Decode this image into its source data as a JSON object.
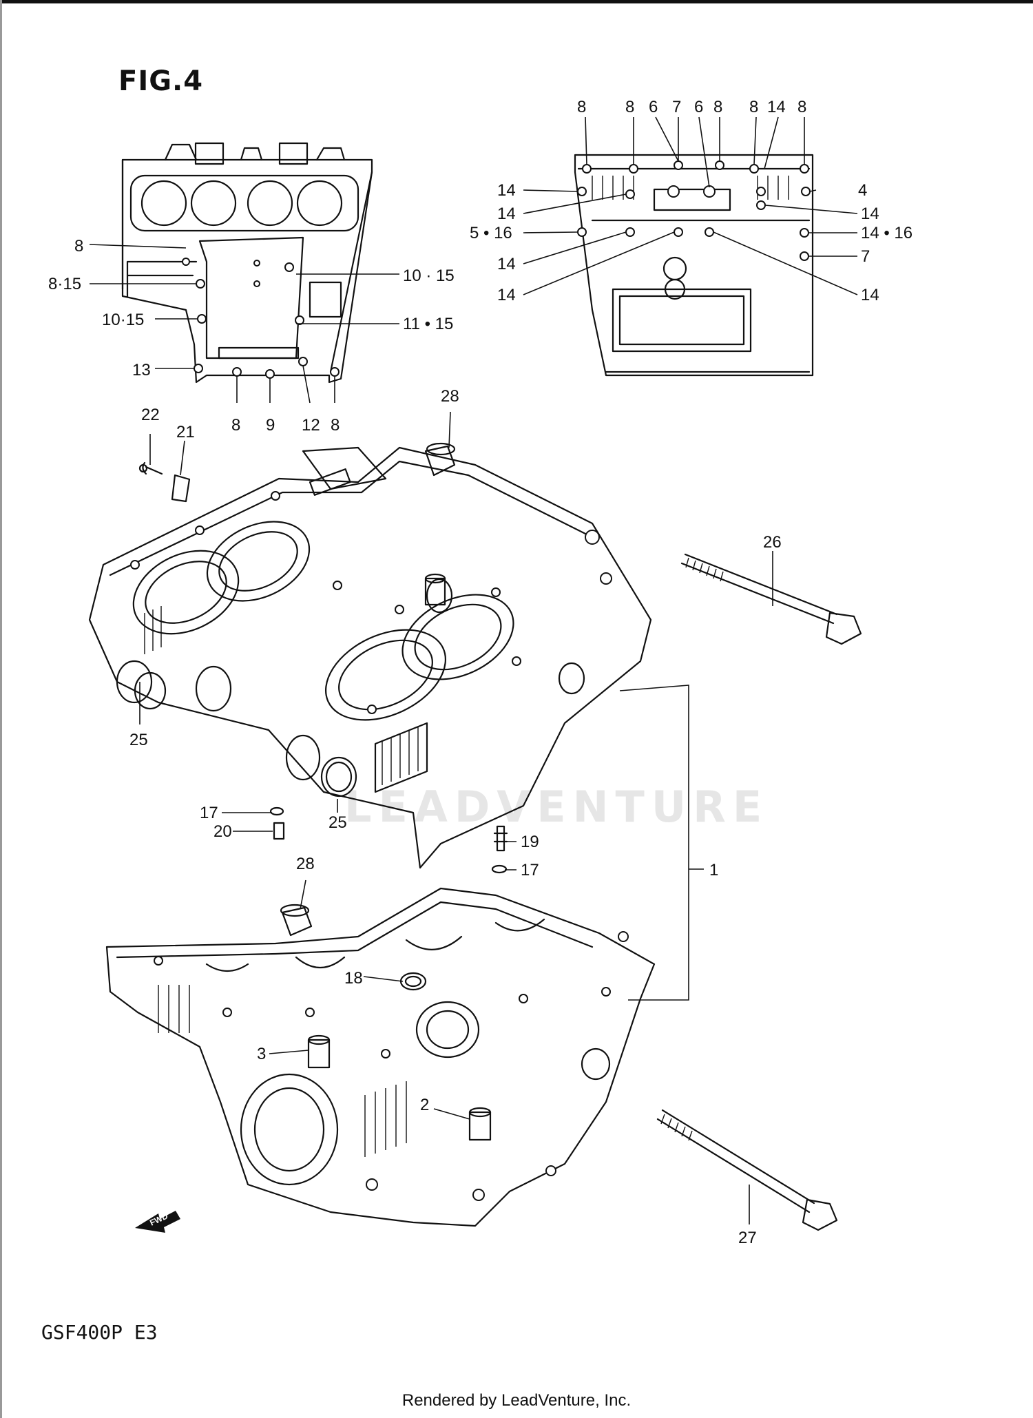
{
  "figure_title": "FIG.4",
  "model_code": "GSF400P  E3",
  "footer_text": "Rendered by LeadVenture, Inc.",
  "watermark_text": "LEADVENTURE",
  "fwd_arrow_label": "FWD",
  "upper_inset_callouts": [
    "8",
    "8·15",
    "10·15",
    "13",
    "10 · 15",
    "11 • 15",
    "8",
    "9",
    "12",
    "8"
  ],
  "lower_inset_callouts": [
    "8",
    "8",
    "6",
    "7",
    "6",
    "8",
    "8",
    "14",
    "8",
    "14",
    "14",
    "5 • 16",
    "14",
    "14",
    "4",
    "14",
    "14 • 16",
    "7",
    "14"
  ],
  "main_callouts": [
    "28",
    "22",
    "21",
    "26",
    "25",
    "25",
    "17",
    "20",
    "19",
    "17",
    "1",
    "28",
    "18",
    "3",
    "2",
    "27"
  ]
}
